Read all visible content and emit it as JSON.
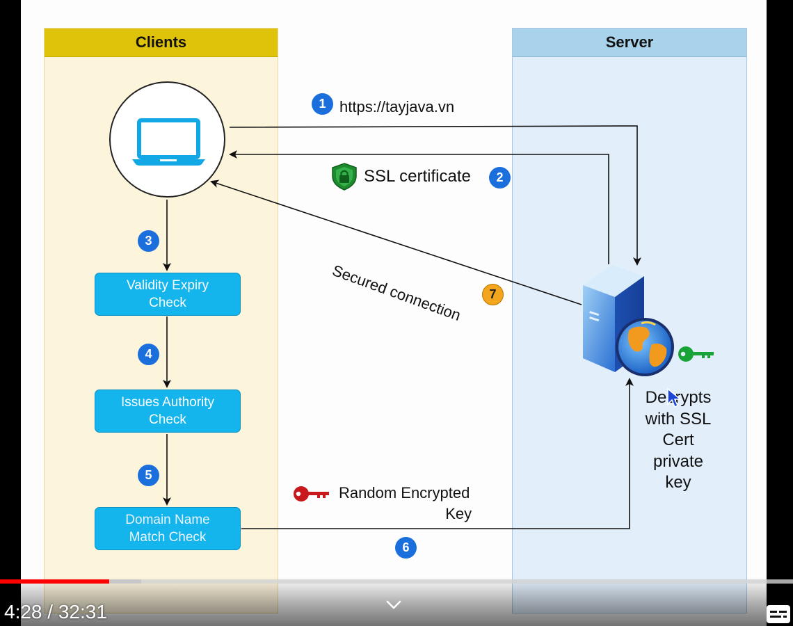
{
  "lanes": {
    "clients": "Clients",
    "server": "Server"
  },
  "steps": {
    "url": "https://tayjava.vn",
    "ssl_certificate": "SSL certificate",
    "secured_connection": "Secured connection",
    "random_key": [
      "Random Encrypted",
      "Key"
    ],
    "decrypt": [
      "Decrypts",
      "with SSL",
      "Cert",
      "private",
      "key"
    ]
  },
  "checks": {
    "validity": [
      "Validity Expiry",
      "Check"
    ],
    "issuer": [
      "Issues Authority",
      "Check"
    ],
    "domain": [
      "Domain Name",
      "Match Check"
    ]
  },
  "badges": {
    "b1": "1",
    "b2": "2",
    "b3": "3",
    "b4": "4",
    "b5": "5",
    "b6": "6",
    "b7": "7"
  },
  "player": {
    "time": "4:28 / 32:31",
    "progress_played": 0.138,
    "progress_buffered": 0.178
  },
  "colors": {
    "clients_header": "#dfc20a",
    "server_header": "#a9d3ea",
    "check_box": "#14b4ec",
    "badge_blue": "#1a6fdc",
    "badge_orange": "#f2a51d",
    "progress_red": "#ff0000"
  },
  "icons": [
    "laptop-icon",
    "shield-lock-icon",
    "server-icon",
    "globe-icon",
    "green-key-icon",
    "red-key-icon",
    "mouse-cursor-icon",
    "chevron-down-icon",
    "captions-icon"
  ]
}
